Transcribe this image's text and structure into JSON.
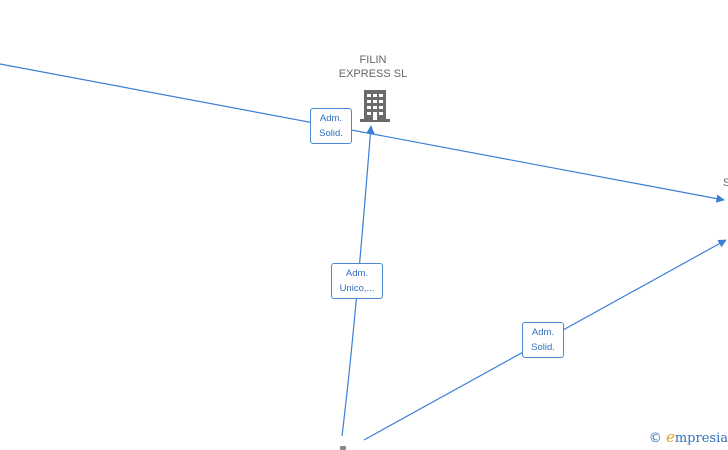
{
  "nodes": {
    "main_company": {
      "name": "FILIN\nEXPRESS  SL",
      "icon": "building-icon"
    },
    "right_node": {
      "name": "S"
    }
  },
  "edges": [
    {
      "id": "edge-1",
      "label": "Adm.\nSolid."
    },
    {
      "id": "edge-2",
      "label": "Adm.\nUnico,..."
    },
    {
      "id": "edge-3",
      "label": "Adm.\nSolid."
    }
  ],
  "brand": {
    "copyright_symbol": "©",
    "initial": "e",
    "rest": "mpresia"
  },
  "colors": {
    "edge": "#3a7fd5",
    "icon": "#6b6b6b",
    "label_text": "#2f6fc0"
  }
}
